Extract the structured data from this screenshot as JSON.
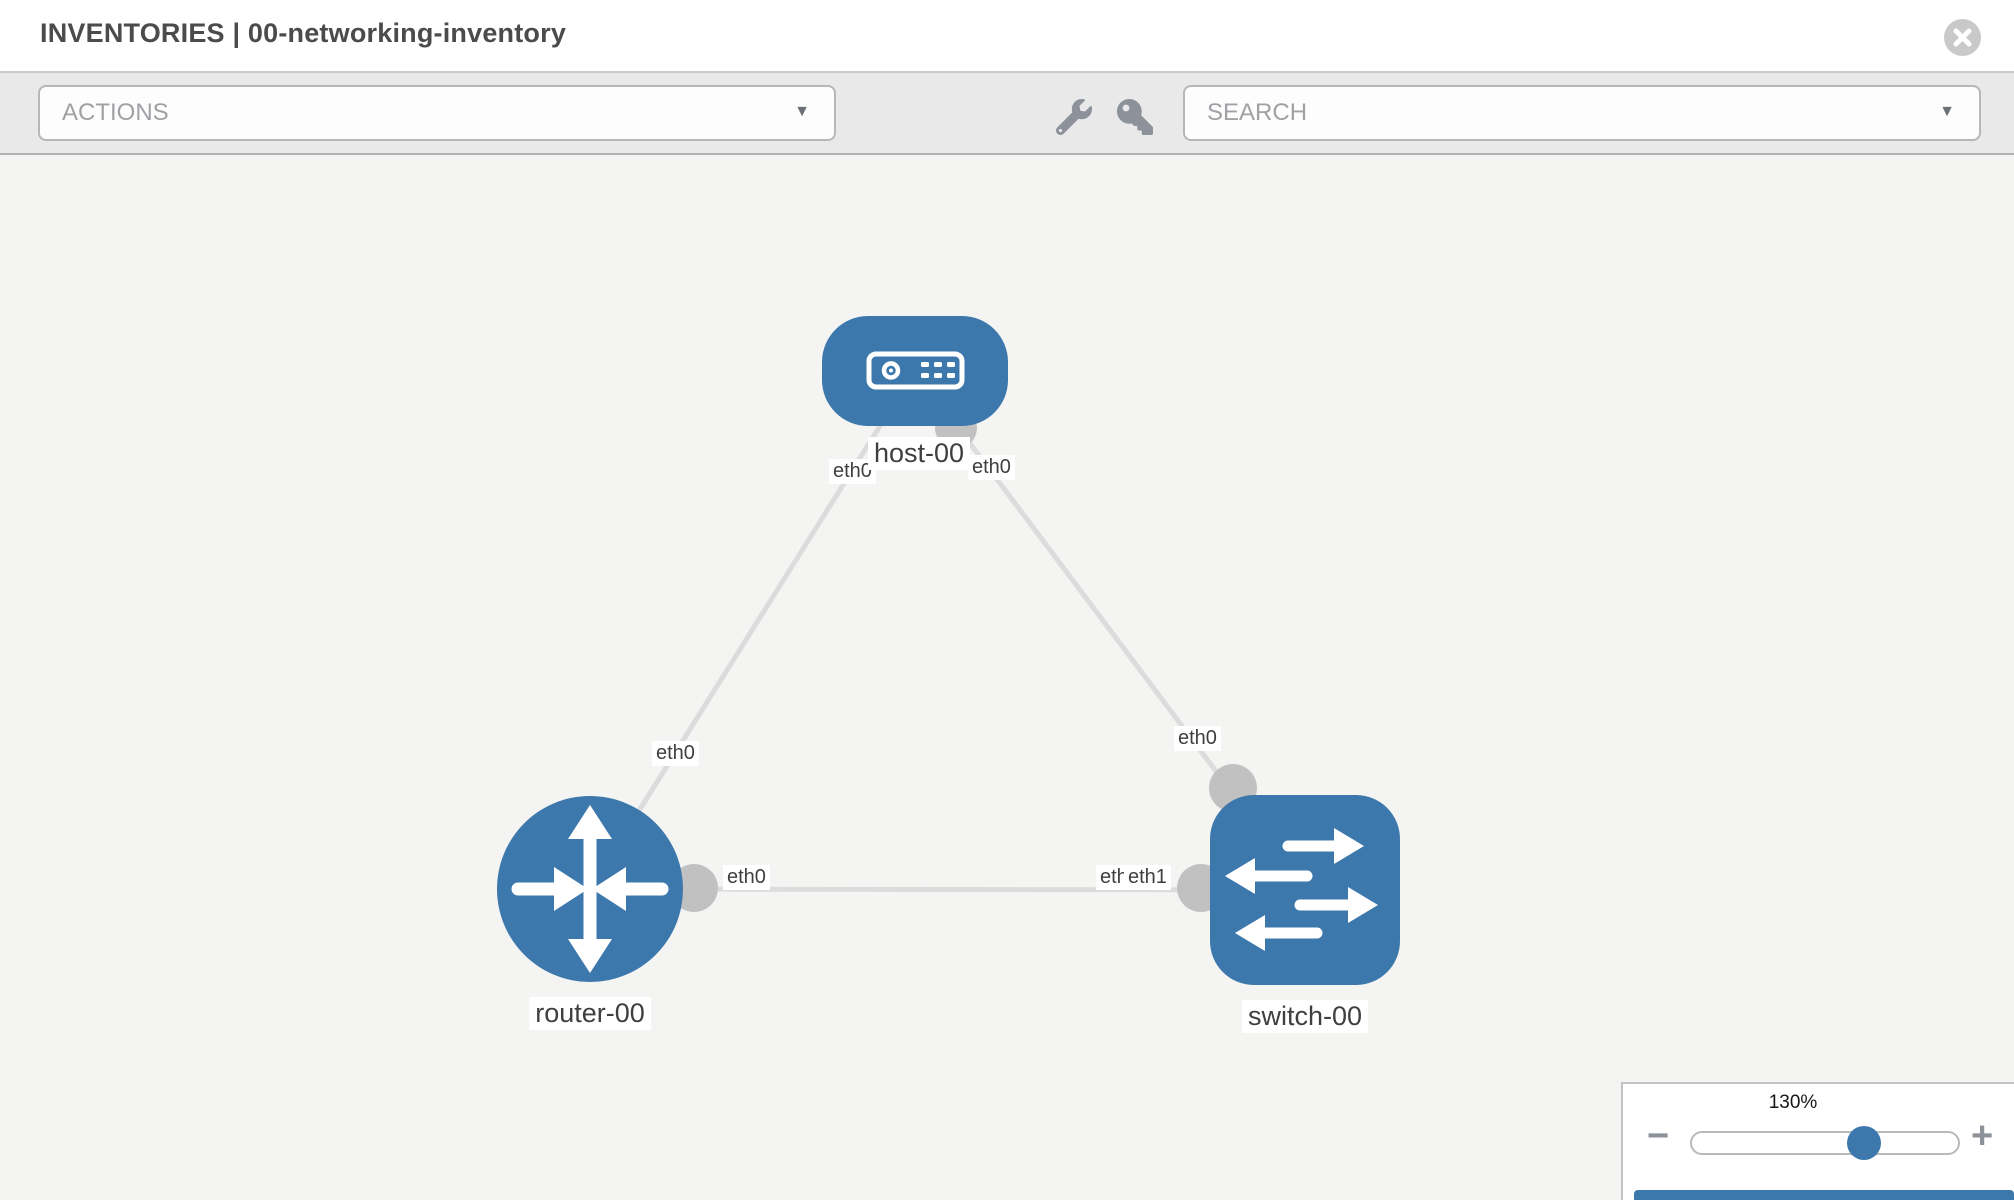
{
  "header": {
    "title": "INVENTORIES | 00-networking-inventory"
  },
  "toolbar": {
    "actions_dropdown": {
      "label": "ACTIONS"
    },
    "search_dropdown": {
      "placeholder": "SEARCH"
    },
    "tool_icons": [
      "wrench-icon",
      "key-icon"
    ]
  },
  "glyphs": {
    "chevron_down": "▼",
    "minus": "−",
    "plus": "+"
  },
  "topology": {
    "nodes": [
      {
        "id": "host-00",
        "type": "host",
        "label": "host-00"
      },
      {
        "id": "router-00",
        "type": "router",
        "label": "router-00"
      },
      {
        "id": "switch-00",
        "type": "switch",
        "label": "switch-00"
      }
    ],
    "links": [
      {
        "source": "host-00",
        "source_port": "eth0",
        "target": "router-00",
        "target_port": "eth0"
      },
      {
        "source": "host-00",
        "source_port": "eth0",
        "target": "switch-00",
        "target_port": "eth0"
      },
      {
        "source": "router-00",
        "source_port": "eth0",
        "target": "switch-00",
        "target_port": "eth1",
        "target_port_overlapped": "eth0"
      }
    ]
  },
  "zoom_control": {
    "value": "130%",
    "percent": 130
  },
  "colors": {
    "node_blue": "#3c78ac",
    "port_gray": "#c1c1c1",
    "link_gray": "#dcdcdc",
    "canvas_bg": "#f4f4f3",
    "toolbar_bg": "#e9e9e9"
  }
}
